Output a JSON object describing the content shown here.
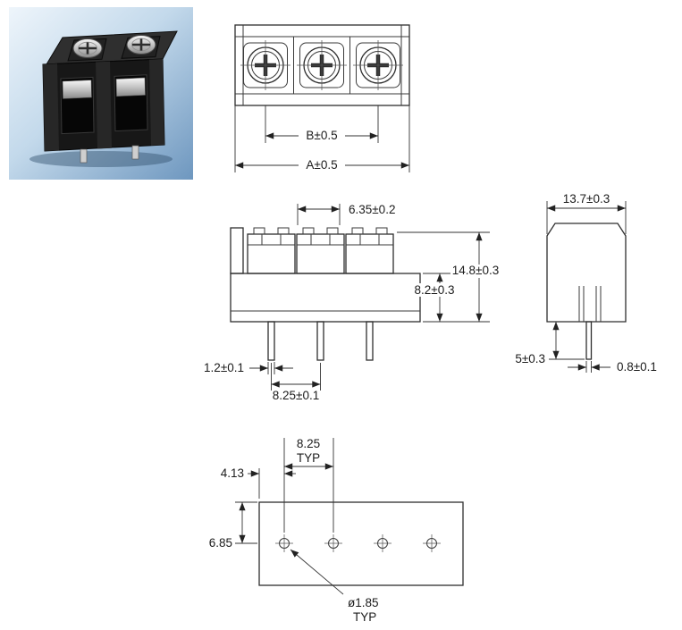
{
  "photo": {
    "name": "terminal-block-product-photo",
    "background_color": "#b9d3e8"
  },
  "top_view": {
    "dim_b": "B±0.5",
    "dim_a": "A±0.5"
  },
  "front_view": {
    "dim_slot_width": "6.35±0.2",
    "dim_total_height": "14.8±0.3",
    "dim_base_height": "8.2±0.3",
    "dim_pin_width": "1.2±0.1",
    "dim_pin_pitch": "8.25±0.1"
  },
  "side_view": {
    "dim_depth": "13.7±0.3",
    "dim_pin_length": "5±0.3",
    "dim_pin_thickness": "0.8±0.1"
  },
  "footprint": {
    "dim_pitch_value": "8.25",
    "dim_pitch_suffix": "TYP",
    "dim_offset": "4.13",
    "dim_row_offset": "6.85",
    "dim_hole_value": "ø1.85",
    "dim_hole_suffix": "TYP"
  }
}
